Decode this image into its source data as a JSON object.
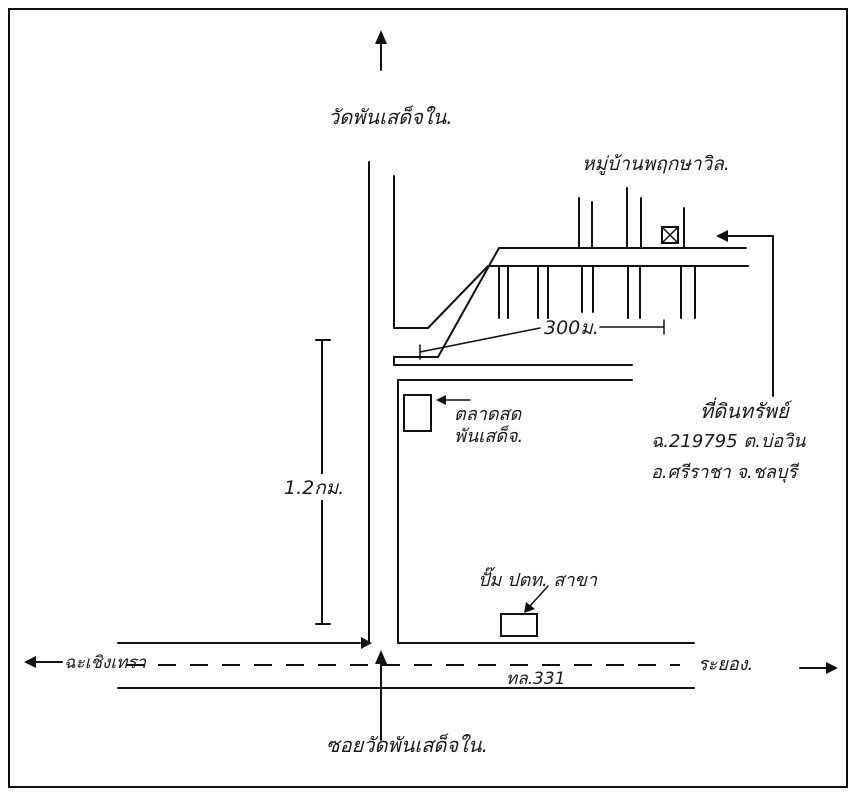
{
  "map": {
    "labels": {
      "north_road": "วัดพันเสด็จใน.",
      "village": "หมู่บ้านพฤกษาวิล.",
      "distance_300m": "300ม.",
      "market": "ตลาดสด",
      "market_line2": "พันเสด็จ.",
      "site_title": "ที่ดินทรัพย์",
      "site_line1": "ฉ.219795  ต.บ่อวิน",
      "site_line2": "อ.ศรีราชา  จ.ชลบุรี",
      "distance_1_2km": "1.2กม.",
      "gas_station": "ปั๊ม ปตท. สาขา",
      "left_destination": "ฉะเชิงเทรา",
      "right_destination": "ระยอง.",
      "highway": "ทล.331",
      "south_road": "ซอยวัดพันเสด็จใน."
    },
    "icons": {
      "site_marker": "crossed-box-icon",
      "north_arrow": "arrow-up-icon",
      "south_arrow": "arrow-up-icon",
      "left_arrow": "arrow-left-icon",
      "right_arrow": "arrow-right-icon"
    }
  }
}
